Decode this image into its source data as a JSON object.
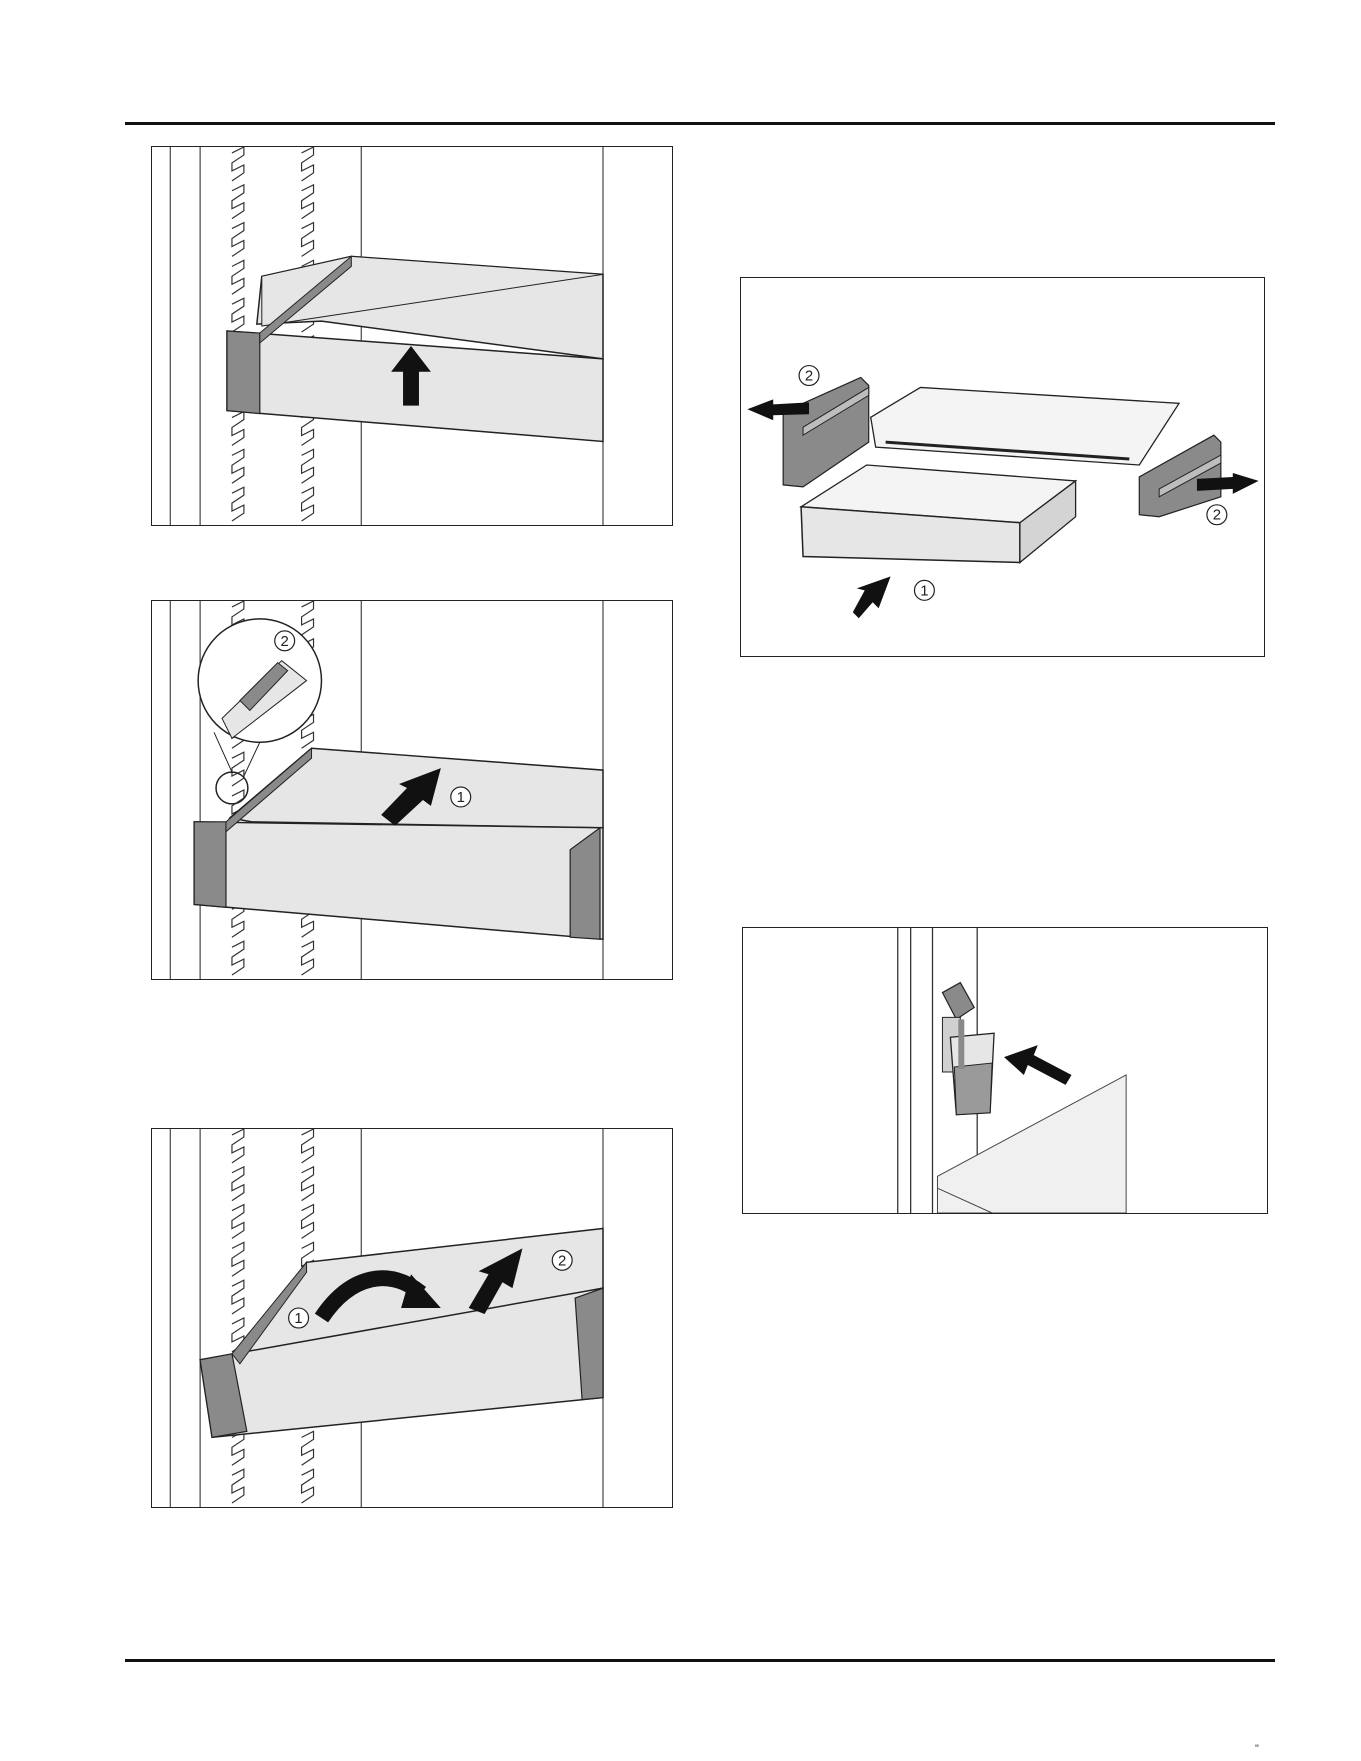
{
  "figures": [
    {
      "id": "fig-shelf-lift",
      "callouts": []
    },
    {
      "id": "fig-shelf-pull",
      "callouts": [
        "1",
        "2"
      ]
    },
    {
      "id": "fig-shelf-tilt",
      "callouts": [
        "1",
        "2"
      ]
    },
    {
      "id": "fig-drawer-remove",
      "callouts": [
        "1",
        "2",
        "2"
      ]
    },
    {
      "id": "fig-water-dispenser",
      "callouts": []
    }
  ],
  "colors": {
    "panel_fill": "#e6e6e6",
    "side_cap": "#8a8a8a",
    "line": "#222222",
    "arrow": "#111111"
  },
  "icons": [
    "up-arrow-icon",
    "down-left-arrow-icon",
    "curved-arrow-icon",
    "left-arrow-icon",
    "right-arrow-icon",
    "glass-icon"
  ]
}
